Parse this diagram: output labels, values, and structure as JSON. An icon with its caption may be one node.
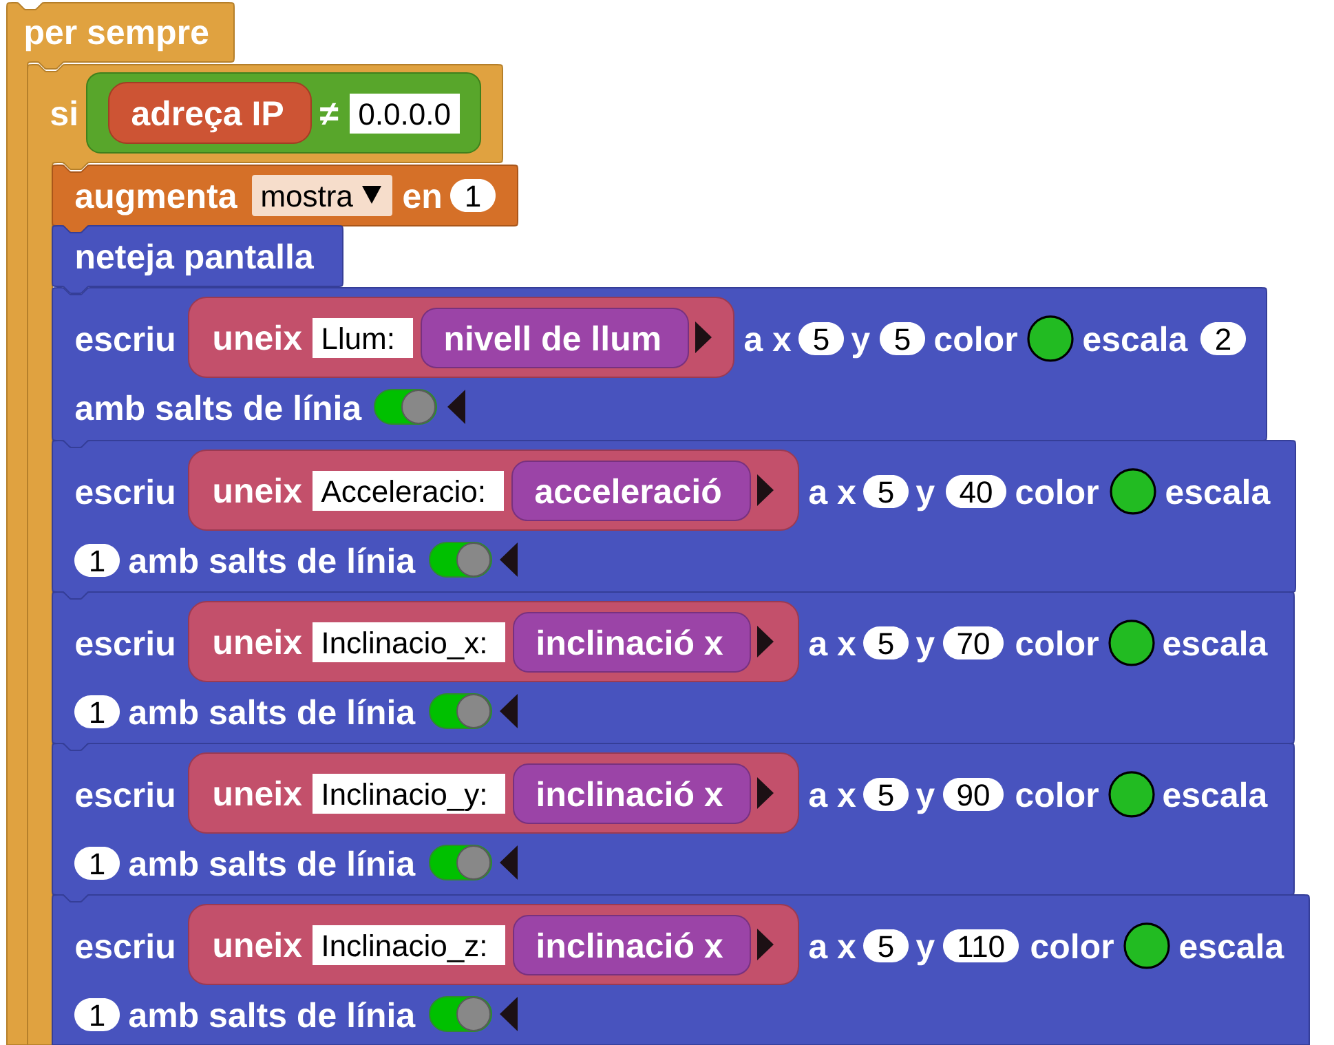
{
  "diagram": {
    "nodes": [
      {
        "text": [
          "per sempre"
        ]
      },
      {
        "text": [
          "si"
        ]
      },
      {
        "text": [
          "≠"
        ],
        "in": 1
      },
      {
        "text": [
          "adreça IP"
        ],
        "in": 2
      },
      {
        "text": [
          "0.0.0.0"
        ],
        "in": 2
      },
      {
        "text": [
          "augmenta",
          "en"
        ]
      },
      {
        "text": [
          "mostra"
        ],
        "in": 5
      },
      {
        "text": [
          "1"
        ],
        "in": 5
      },
      {
        "text": [
          "neteja pantalla"
        ]
      },
      {
        "text": [
          "escriu",
          "a x",
          "y",
          "color",
          "escala",
          "amb salts de línia"
        ]
      },
      {
        "text": [
          "uneix"
        ],
        "in": 9
      },
      {
        "text": [
          "Llum:"
        ],
        "in": 10
      },
      {
        "text": [
          "nivell de llum"
        ],
        "in": 10
      },
      {
        "text": [
          "5"
        ],
        "in": 9
      },
      {
        "text": [
          "5"
        ],
        "in": 9
      },
      {
        "text": [
          "2"
        ],
        "in": 9
      },
      {
        "text": [
          "escriu",
          "a x",
          "y",
          "color",
          "escala",
          "amb salts de línia"
        ]
      },
      {
        "text": [
          "uneix"
        ],
        "in": 16
      },
      {
        "text": [
          "Acceleracio:"
        ],
        "in": 17
      },
      {
        "text": [
          "acceleració"
        ],
        "in": 17
      },
      {
        "text": [
          "5"
        ],
        "in": 16
      },
      {
        "text": [
          "40"
        ],
        "in": 16
      },
      {
        "text": [
          "1"
        ],
        "in": 16
      },
      {
        "text": [
          "escriu",
          "a x",
          "y",
          "color",
          "escala",
          "amb salts de línia"
        ]
      },
      {
        "text": [
          "uneix"
        ],
        "in": 23
      },
      {
        "text": [
          "Inclinacio_x:"
        ],
        "in": 24
      },
      {
        "text": [
          "inclinació x"
        ],
        "in": 24
      },
      {
        "text": [
          "5"
        ],
        "in": 23
      },
      {
        "text": [
          "70"
        ],
        "in": 23
      },
      {
        "text": [
          "1"
        ],
        "in": 23
      },
      {
        "text": [
          "escriu",
          "a x",
          "y",
          "color",
          "escala",
          "amb salts de línia"
        ]
      },
      {
        "text": [
          "uneix"
        ],
        "in": 30
      },
      {
        "text": [
          "Inclinacio_y:"
        ],
        "in": 31
      },
      {
        "text": [
          "inclinació x"
        ],
        "in": 31
      },
      {
        "text": [
          "5"
        ],
        "in": 30
      },
      {
        "text": [
          "90"
        ],
        "in": 30
      },
      {
        "text": [
          "1"
        ],
        "in": 30
      },
      {
        "text": [
          "escriu",
          "a x",
          "y",
          "color",
          "escala",
          "amb salts de línia"
        ]
      },
      {
        "text": [
          "uneix"
        ],
        "in": 37
      },
      {
        "text": [
          "Inclinacio_z:"
        ],
        "in": 38
      },
      {
        "text": [
          "inclinació x"
        ],
        "in": 38
      },
      {
        "text": [
          "5"
        ],
        "in": 37
      },
      {
        "text": [
          "110"
        ],
        "in": 37
      },
      {
        "text": [
          "1"
        ],
        "in": 37
      }
    ]
  }
}
